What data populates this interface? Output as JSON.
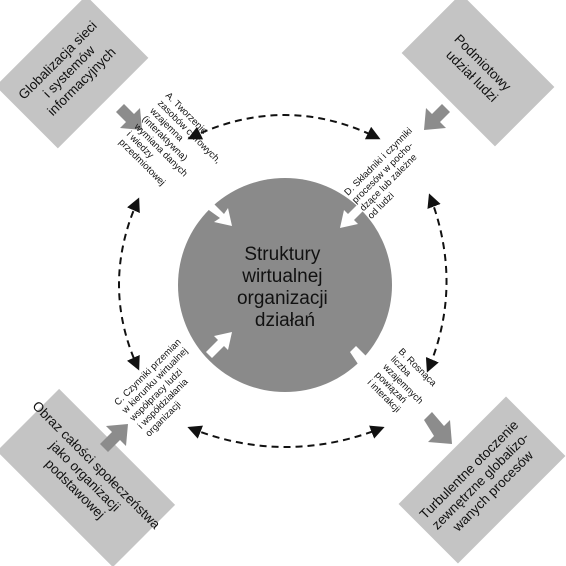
{
  "diagram": {
    "center": {
      "lines": [
        "Struktury",
        "wirtualnej",
        "organizacji",
        "działań"
      ]
    },
    "boxes": {
      "top_left": {
        "lines": [
          "Globalizacja sieci",
          "i systemów",
          "informacyjnych"
        ]
      },
      "top_right": {
        "lines": [
          "Podmiotowy",
          "udział ludzi"
        ]
      },
      "bottom_left": {
        "lines": [
          "Obraz całości społeczeństwa",
          "jako organizacji",
          "podstawowej"
        ]
      },
      "bottom_right": {
        "lines": [
          "Turbulentne otoczenie",
          "zewnętrzne globalizo-",
          "wanych procesów"
        ]
      }
    },
    "labels": {
      "A": {
        "lines": [
          "A. Tworzenie",
          "zasobów cyfrowych,",
          "wzajemna",
          "(interaktywna)",
          "wymiana danych",
          "i wiedzy",
          "przedmiotowej"
        ]
      },
      "B": {
        "lines": [
          "B. Rosnąca",
          "liczba",
          "wzajemnych",
          "powiązań",
          "i interakcji"
        ]
      },
      "C": {
        "lines": [
          "C. Czynniki przemian",
          "w kierunku wirtualnej",
          "współpracy ludzi",
          "i współdziałania",
          "organizacji"
        ]
      },
      "D": {
        "lines": [
          "D. Składniki i czynniki",
          "procesów w pocho-",
          "dzące lub zależne",
          "od ludzi"
        ]
      }
    }
  },
  "colors": {
    "box_fill": "#c4c4c4",
    "circle_fill": "#8a8a8a",
    "arrow_fill": "#8c8c8c",
    "dash_stroke": "#111111"
  }
}
